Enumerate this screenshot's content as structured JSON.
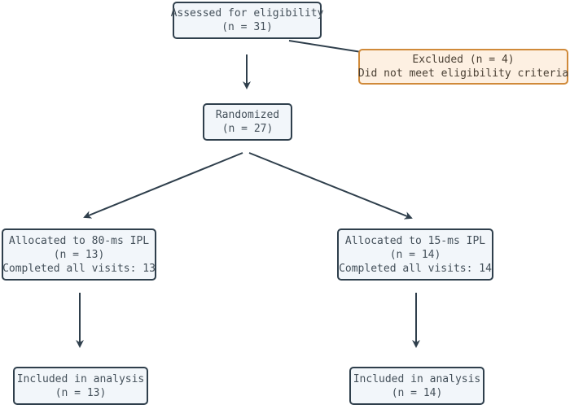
{
  "assessed": {
    "title": "Assessed for eligibility",
    "n": "(n = 31)"
  },
  "excluded": {
    "title": "Excluded (n = 4)",
    "reason": "Did not meet eligibility criteria"
  },
  "randomized": {
    "title": "Randomized",
    "n": "(n = 27)"
  },
  "arm_left": {
    "title": "Allocated to 80-ms IPL",
    "n": "(n = 13)",
    "completed": "Completed all visits: 13",
    "analysis_title": "Included in analysis",
    "analysis_n": "(n = 13)"
  },
  "arm_right": {
    "title": "Allocated to 15-ms IPL",
    "n": "(n = 14)",
    "completed": "Completed all visits: 14",
    "analysis_title": "Included in analysis",
    "analysis_n": "(n = 14)"
  },
  "colors": {
    "box_border": "#2f3f4c",
    "box_fill": "#f2f6fa",
    "excluded_border": "#d08a3a",
    "excluded_fill": "#fdf0e2",
    "arrow": "#2f3f4c"
  }
}
